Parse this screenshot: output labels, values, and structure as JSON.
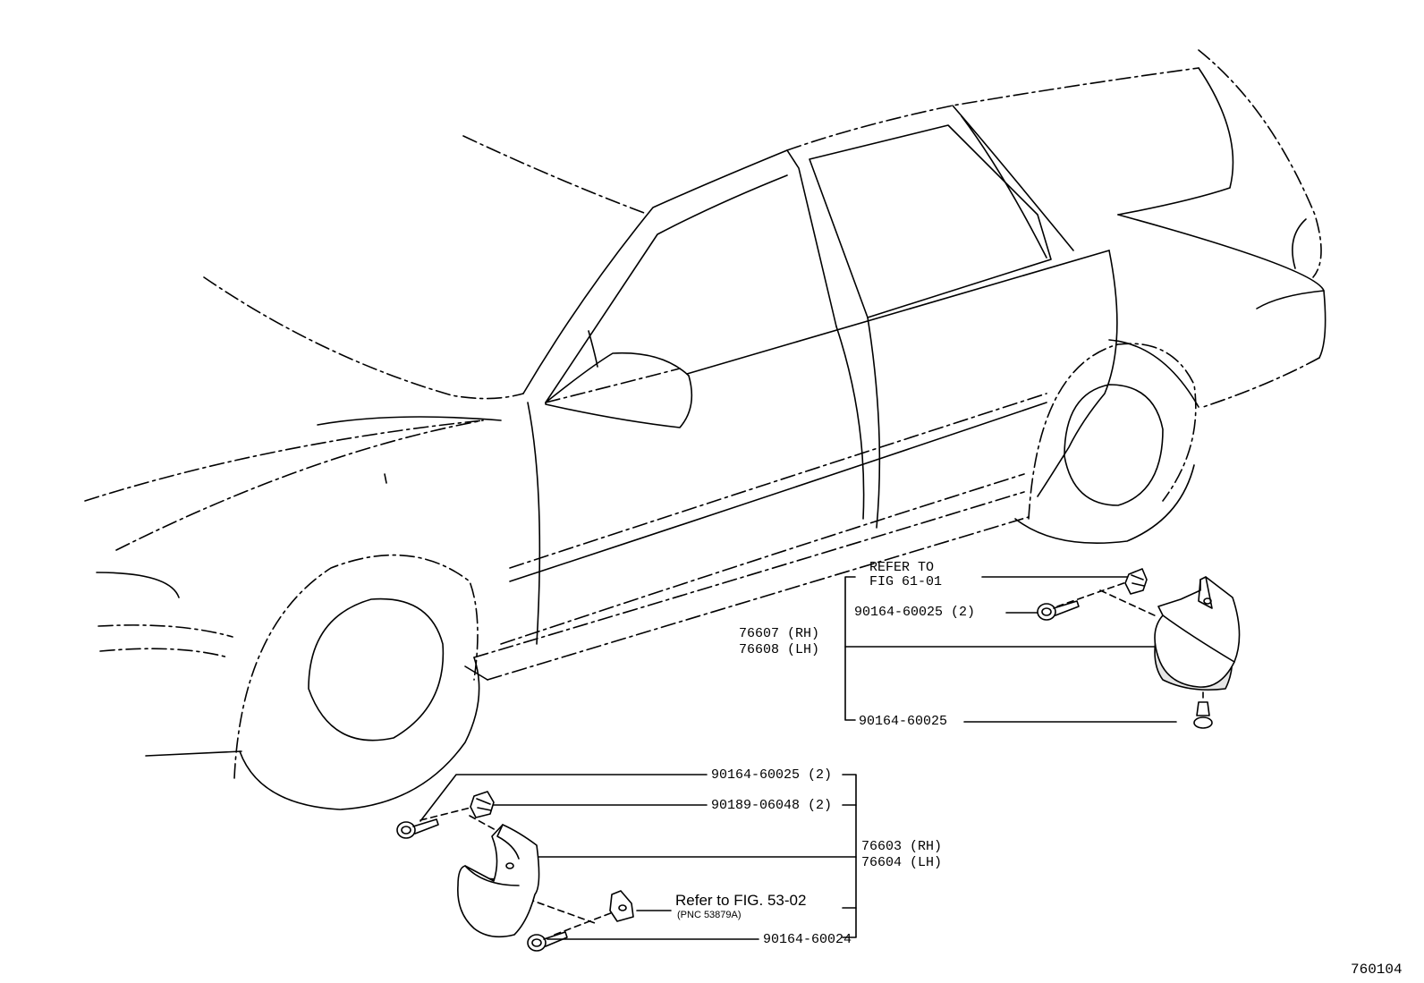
{
  "rear_group": {
    "refer_to_line1": "REFER TO",
    "refer_to_line2": "FIG 61-01",
    "screw_pair": "90164-60025 (2)",
    "flap_rh": "76607 (RH)",
    "flap_lh": "76608 (LH)",
    "screw_single": "90164-60025"
  },
  "front_group": {
    "screw_pair": "90164-60025 (2)",
    "clip_pair": "90189-06048 (2)",
    "flap_rh": "76603 (RH)",
    "flap_lh": "76604 (LH)",
    "refer_to": "Refer to FIG. 53-02",
    "refer_pnc": "(PNC 53879A)",
    "screw_single": "90164-60024"
  },
  "figure_number": "760104"
}
